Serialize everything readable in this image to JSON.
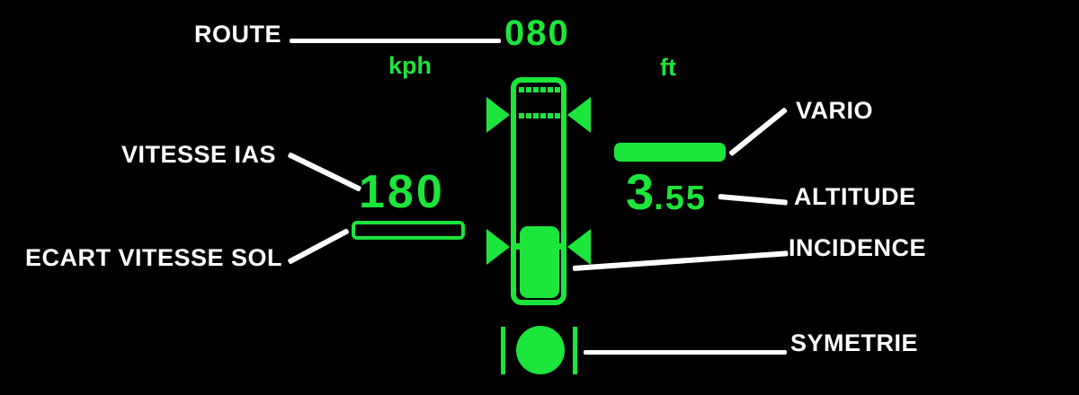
{
  "colors": {
    "green": "#1ce53c",
    "white": "#ffffff",
    "background": "#000000"
  },
  "route": {
    "label": "ROUTE",
    "value": "080"
  },
  "units": {
    "speed": "kph",
    "altitude": "ft"
  },
  "vitesse_ias": {
    "label": "VITESSE IAS",
    "value": "180"
  },
  "ecart_vitesse_sol": {
    "label": "ECART VITESSE SOL"
  },
  "vario": {
    "label": "VARIO"
  },
  "altitude": {
    "label": "ALTITUDE",
    "value_integer": "3",
    "value_fraction": ".55"
  },
  "incidence": {
    "label": "INCIDENCE"
  },
  "symetrie": {
    "label": "SYMETRIE"
  }
}
